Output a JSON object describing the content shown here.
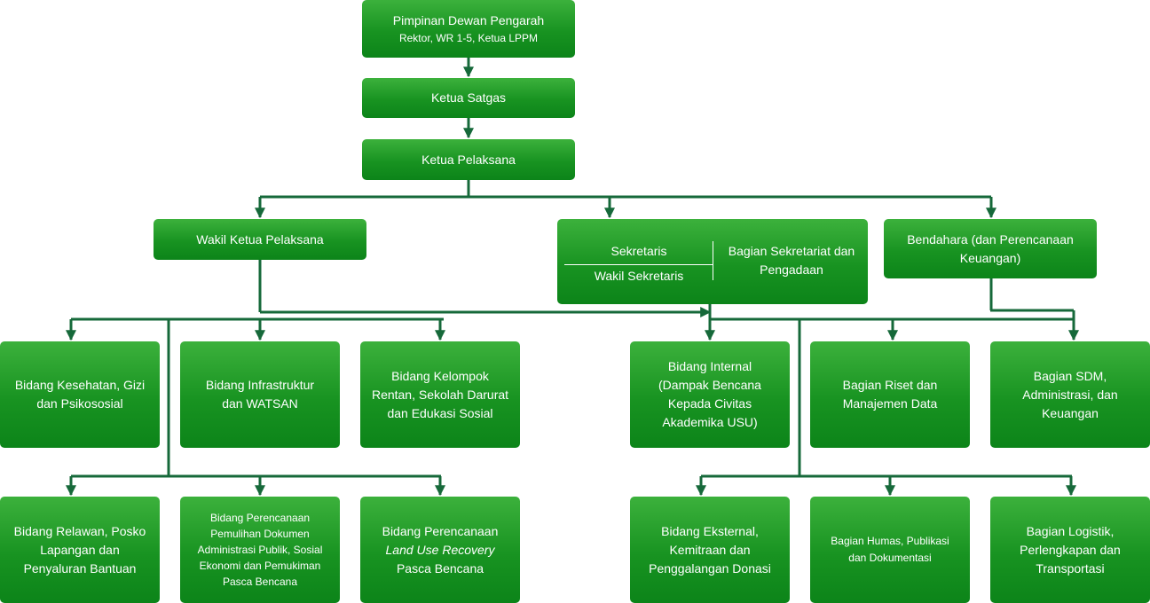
{
  "colors": {
    "box_top": "#3cb13c",
    "box_bottom": "#0c8419",
    "connector": "#16693a"
  },
  "top": {
    "title": "Pimpinan Dewan Pengarah",
    "subtitle": "Rektor, WR 1-5, Ketua LPPM"
  },
  "ketua_satgas": "Ketua Satgas",
  "ketua_pelaksana": "Ketua Pelaksana",
  "wakil_ketua": "Wakil Ketua Pelaksana",
  "sekretaris": {
    "sekretaris": "Sekretaris",
    "wakil": "Wakil Sekretaris",
    "bagian_line1": "Bagian Sekretariat dan",
    "bagian_line2": "Pengadaan"
  },
  "bendahara": {
    "line1": "Bendahara (dan Perencanaan",
    "line2": "Keuangan)"
  },
  "row1": {
    "kesehatan": {
      "line1": "Bidang Kesehatan, Gizi",
      "line2": "dan Psikososial"
    },
    "infrastruktur": {
      "line1": "Bidang Infrastruktur",
      "line2": "dan WATSAN"
    },
    "kelompok": {
      "line1": "Bidang Kelompok",
      "line2": "Rentan, Sekolah Darurat",
      "line3": "dan Edukasi Sosial"
    },
    "internal": {
      "line1": "Bidang Internal",
      "line2": "(Dampak Bencana",
      "line3": "Kepada Civitas",
      "line4": "Akademika USU)"
    },
    "riset": {
      "line1": "Bagian Riset dan",
      "line2": "Manajemen Data"
    },
    "sdm": {
      "line1": "Bagian SDM,",
      "line2": "Administrasi, dan",
      "line3": "Keuangan"
    }
  },
  "row2": {
    "relawan": {
      "line1": "Bidang Relawan, Posko",
      "line2": "Lapangan dan",
      "line3": "Penyaluran Bantuan"
    },
    "dokumen": {
      "line1": "Bidang Perencanaan",
      "line2": "Pemulihan Dokumen",
      "line3": "Administrasi Publik, Sosial",
      "line4": "Ekonomi dan Pemukiman",
      "line5": "Pasca Bencana"
    },
    "land_use": {
      "line1": "Bidang Perencanaan",
      "line2": "Land Use Recovery",
      "line3": "Pasca Bencana"
    },
    "eksternal": {
      "line1": "Bidang Eksternal,",
      "line2": "Kemitraan dan",
      "line3": "Penggalangan Donasi"
    },
    "humas": {
      "line1": "Bagian Humas, Publikasi",
      "line2": "dan Dokumentasi"
    },
    "logistik": {
      "line1": "Bagian Logistik,",
      "line2": "Perlengkapan dan",
      "line3": "Transportasi"
    }
  }
}
